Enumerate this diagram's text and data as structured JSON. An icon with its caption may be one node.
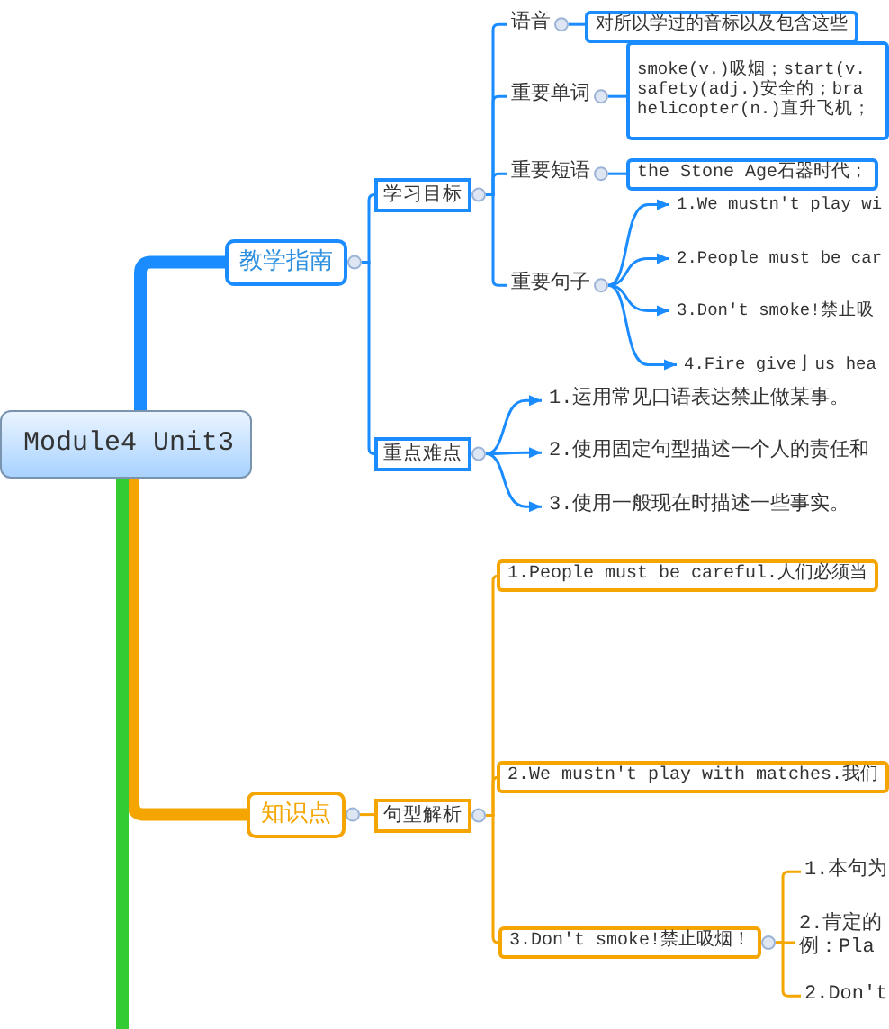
{
  "diagram": {
    "nodes": [
      {
        "text": [
          "Module4 Unit3"
        ]
      },
      {
        "text": [
          "教学指南"
        ]
      },
      {
        "text": [
          "学习目标"
        ]
      },
      {
        "text": [
          "语音"
        ]
      },
      {
        "text": [
          "对所以学过的音标以及包含这些"
        ]
      },
      {
        "text": [
          "重要单词"
        ]
      },
      {
        "text": [
          "smoke(v.)吸烟；start(v. safety(adj.)安全的；bra helicopter(n.)直升飞机；"
        ]
      },
      {
        "text": [
          "重要短语"
        ]
      },
      {
        "text": [
          "the Stone Age石器时代；"
        ]
      },
      {
        "text": [
          "重要句子"
        ]
      },
      {
        "text": [
          "1.We mustn't play wi"
        ]
      },
      {
        "text": [
          "2.People must be car"
        ]
      },
      {
        "text": [
          "3.Don't smoke!禁止吸"
        ]
      },
      {
        "text": [
          "4.Fire give亅us hea"
        ]
      },
      {
        "text": [
          "重点难点"
        ]
      },
      {
        "text": [
          "1.运用常见口语表达禁止做某事。"
        ]
      },
      {
        "text": [
          "2.使用固定句型描述一个人的责任和"
        ]
      },
      {
        "text": [
          "3.使用一般现在时描述一些事实。"
        ]
      },
      {
        "text": [
          "知识点"
        ]
      },
      {
        "text": [
          "句型解析"
        ]
      },
      {
        "text": [
          "1.People must be careful.人们必须当"
        ]
      },
      {
        "text": [
          "2.We mustn't play with matches.我们"
        ]
      },
      {
        "text": [
          "3.Don't smoke!禁止吸烟！"
        ]
      },
      {
        "text": [
          "1.本句为"
        ]
      },
      {
        "text": [
          "2.肯定的例：Pla"
        ]
      },
      {
        "text": [
          "2.Don't"
        ]
      }
    ],
    "edges": [
      {
        "from": 0,
        "to": 1,
        "arrow": "none",
        "style": "thick"
      },
      {
        "from": 0,
        "to": 18,
        "arrow": "none",
        "style": "thick",
        "color": "#f5a500"
      },
      {
        "from": 0,
        "to": null,
        "arrow": "none",
        "style": "thick",
        "color": "#33cc33"
      },
      {
        "from": 1,
        "to": 2,
        "arrow": "none"
      },
      {
        "from": 1,
        "to": 14,
        "arrow": "none"
      },
      {
        "from": 2,
        "to": 3,
        "arrow": "none"
      },
      {
        "from": 2,
        "to": 5,
        "arrow": "none"
      },
      {
        "from": 2,
        "to": 7,
        "arrow": "none"
      },
      {
        "from": 2,
        "to": 9,
        "arrow": "none"
      },
      {
        "from": 3,
        "to": 4,
        "arrow": "none"
      },
      {
        "from": 5,
        "to": 6,
        "arrow": "none"
      },
      {
        "from": 7,
        "to": 8,
        "arrow": "none"
      },
      {
        "from": 9,
        "to": 10,
        "arrow": "to"
      },
      {
        "from": 9,
        "to": 11,
        "arrow": "to"
      },
      {
        "from": 9,
        "to": 12,
        "arrow": "to"
      },
      {
        "from": 9,
        "to": 13,
        "arrow": "to"
      },
      {
        "from": 14,
        "to": 15,
        "arrow": "to"
      },
      {
        "from": 14,
        "to": 16,
        "arrow": "to"
      },
      {
        "from": 14,
        "to": 17,
        "arrow": "to"
      },
      {
        "from": 18,
        "to": 19,
        "arrow": "none",
        "color": "#f5a500"
      },
      {
        "from": 19,
        "to": 20,
        "arrow": "none",
        "color": "#f5a500"
      },
      {
        "from": 19,
        "to": 21,
        "arrow": "none",
        "color": "#f5a500"
      },
      {
        "from": 19,
        "to": 22,
        "arrow": "none",
        "color": "#f5a500"
      },
      {
        "from": 22,
        "to": 23,
        "arrow": "none",
        "color": "#f5a500"
      },
      {
        "from": 22,
        "to": 24,
        "arrow": "none",
        "color": "#f5a500"
      },
      {
        "from": 22,
        "to": 25,
        "arrow": "none",
        "color": "#f5a500"
      }
    ]
  }
}
